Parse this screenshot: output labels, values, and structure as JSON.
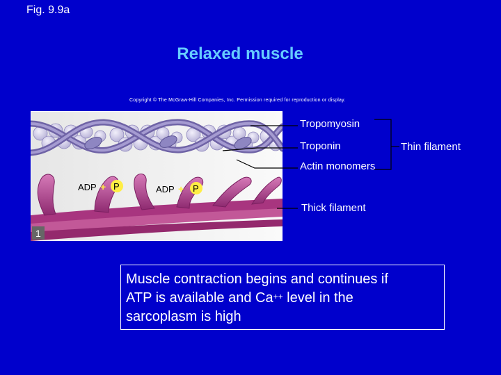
{
  "figure_label": "Fig. 9.9a",
  "title": "Relaxed muscle",
  "copyright": "Copyright © The McGraw-Hill Companies, Inc. Permission required for reproduction or display.",
  "labels": {
    "tropomyosin": "Tropomyosin",
    "troponin": "Troponin",
    "actin_monomers": "Actin monomers",
    "thin_filament": "Thin filament",
    "thick_filament": "Thick filament"
  },
  "illustration": {
    "step_number": "1",
    "adp_label_1": "ADP",
    "plus_1": "+",
    "p_label_1": "P",
    "adp_label_2": "ADP",
    "plus_2": "+",
    "p_label_2": "P"
  },
  "caption": {
    "line1": "Muscle contraction begins and continues if",
    "line2_prefix": "ATP is available and Ca",
    "superscript": "++",
    "line2_suffix": " level in the",
    "line3": "sarcoplasm is high"
  },
  "colors": {
    "background": "#0000cc",
    "title": "#66ccff",
    "text": "#ffffff",
    "phosphate": "#ffee44",
    "myosin": "#b03a8a"
  }
}
